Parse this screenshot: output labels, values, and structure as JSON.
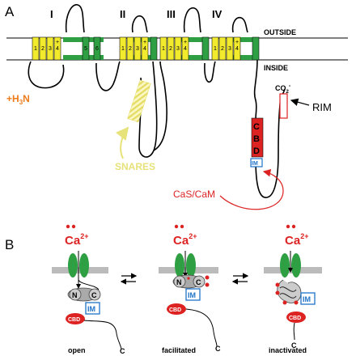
{
  "panels": {
    "a": "A",
    "b": "B"
  },
  "membrane": {
    "outside": "OUTSIDE",
    "inside": "INSIDE"
  },
  "domains": [
    "I",
    "II",
    "III",
    "IV"
  ],
  "segments": [
    "1",
    "2",
    "3",
    "4",
    "+",
    "5",
    "6"
  ],
  "n_terminus": {
    "prefix": "+H",
    "sub": "3",
    "suffix": "N"
  },
  "c_terminus": {
    "main": "CO",
    "sub": "2",
    "sup": "-"
  },
  "cbd_letters": [
    "C",
    "B",
    "D"
  ],
  "labels": {
    "rim": "RIM",
    "im": "IM",
    "snares": "SNARES",
    "cas_cam": "CaS/CaM"
  },
  "panel_b": {
    "ion": {
      "main": "Ca",
      "sup": "2+"
    },
    "n_lobe": "N",
    "c_lobe": "C",
    "im": "IM",
    "cbd": "CBD",
    "c_end": "C",
    "states": [
      "open",
      "facilitated",
      "inactivated"
    ]
  },
  "colors": {
    "yellow_helix": "#f2ea2c",
    "green_loop": "#2ea043",
    "red": "#dd2222",
    "blue": "#1e73c8",
    "orange": "#ee7b1a",
    "snare_yellow": "#e8e27a",
    "gray_membrane": "#bbbbbb"
  }
}
